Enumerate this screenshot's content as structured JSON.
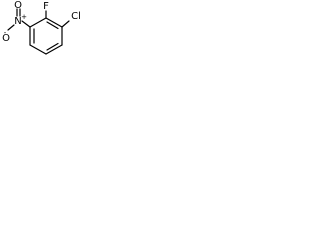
{
  "molecule": {
    "substituents": {
      "fluorine": "F",
      "chlorine": "Cl",
      "nitro_nitrogen": "N",
      "nitro_charge_plus": "+",
      "nitro_oxygen_top": "O",
      "nitro_charge_minus": "-",
      "nitro_oxygen_bottom": "O"
    }
  },
  "colors": {
    "bond": "#000000",
    "text": "#000000",
    "background": "#ffffff"
  }
}
